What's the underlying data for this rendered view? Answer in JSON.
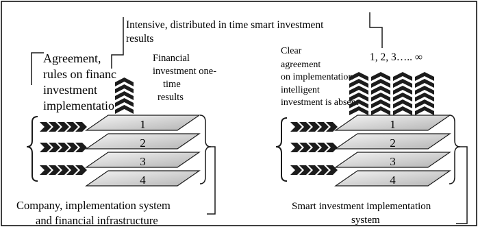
{
  "top_caption": {
    "line1": "Intensive, distributed in time smart investment",
    "line2": "results"
  },
  "left_panel": {
    "agreement_label": [
      "Agreement,",
      "rules on financ",
      "investment",
      "implementatio"
    ],
    "financial_label": [
      "Financial",
      "investment one-",
      "time",
      "results"
    ],
    "layers": [
      "1",
      "2",
      "3",
      "4"
    ],
    "footer": [
      "Company, implementation system",
      "and financial infrastructure"
    ]
  },
  "right_panel": {
    "sequence_label": "1, 2, 3….. ∞",
    "clear_label": [
      "Clear",
      "agreement",
      "on implementation",
      "intelligent",
      "investment is absent"
    ],
    "layers": [
      "1",
      "2",
      "3",
      "4"
    ],
    "footer": [
      "Smart investment implementation",
      "system"
    ]
  },
  "colors": {
    "chevron": "#1c1c1c",
    "layer_fill_light": "#f4f4f4",
    "layer_fill_dark": "#b4b4b4",
    "line": "#1a1a1a",
    "background": "#ffffff"
  }
}
